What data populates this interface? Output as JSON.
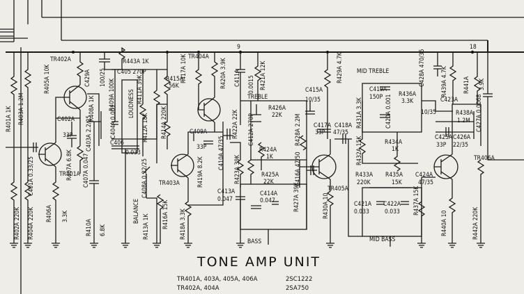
{
  "title": "TONE AMP UNIT",
  "transistor_notes": [
    {
      "parts": "TR401A, 403A, 405A, 406A",
      "type": "2SC1222"
    },
    {
      "parts": "TR402A, 404A",
      "type": "2SA750"
    }
  ],
  "nodes": {
    "n9": "9",
    "n18": "18"
  },
  "transistors": {
    "tr401": "TR401A",
    "tr402": "TR402A",
    "tr403": "TR403A",
    "tr404": "TR404A",
    "tr405": "TR405A",
    "tr406": "TR406A"
  },
  "controls": {
    "treble": "TREBLE",
    "bass": "BASS",
    "balance": "BALANCE",
    "loudness": "LOUDNESS",
    "mid_treble": "MID TREBLE",
    "mid_bass": "MID BASS"
  },
  "parts": {
    "r401a": "R401A",
    "r401a_v": "1K",
    "r403a": "R403A",
    "r403a_v": "1.2M",
    "c401a": "C401A",
    "c401a_v": "0.33/25",
    "r402a": "R402A",
    "r402a_v": "220K",
    "r404a": "R404A",
    "r404a_v": "220K",
    "r405a": "R405A",
    "r405a_v": "10K",
    "r406a": "R406A",
    "r406a_v": "3.3K",
    "r407a": "R407A",
    "r407a_v": "6.8K",
    "c402a": "C402A",
    "c402a_v": "33P",
    "c403a": "C403A",
    "c403a_v": "2.2/25",
    "c407a": "C407A",
    "c407a_v": "0.047",
    "r408a": "R408A",
    "r408a_v": "1K",
    "r409a": "R409A",
    "r409a_v": "100K",
    "r410a": "R410A",
    "r410a_v": "6.8K",
    "r411a": "R411A",
    "r411a_v": "39K",
    "r412a": "R412A",
    "r412a_v": "18K",
    "c429a": "C429A",
    "c429a_v": "100/25",
    "r443a": "R443A",
    "r443a_v": "1K",
    "c405": "C405",
    "c405_v": "270P",
    "c404a": "C404A",
    "c404a_v": "0.001",
    "c406": "C406",
    "c406_v": "0.033",
    "r415a": "R415A",
    "r415a_v": "56K",
    "r417a": "R417A",
    "r417a_v": "10K",
    "r414a": "R414A",
    "r414a_v": "220K",
    "c408a": "C408A",
    "c408a_v": "0.22/25",
    "r413a": "R413A",
    "r413a_v": "1K",
    "r416a": "R416A",
    "r416a_v": "15K",
    "r418a": "R418A",
    "r418a_v": "3.3K",
    "r419a": "R419A",
    "r419a_v": "8.2K",
    "c409a": "C409A",
    "c409a_v": "33P",
    "r420a": "R420A",
    "r420a_v": "3.9K",
    "c411a": "C411A",
    "c411a_v": "0.0015",
    "r421a": "R421A",
    "r421a_v": "12K",
    "r422a": "R422A",
    "r422a_v": "22K",
    "c410a": "C410A",
    "c410a_v": "47/35",
    "r423a": "R423A",
    "r423a_v": "39K",
    "c413a": "C413A",
    "c413a_v": "0.047",
    "c412a": "C412A",
    "c412a_v": "270P",
    "r426a": "R426A",
    "r426a_v": "22K",
    "r424a": "R424A",
    "r424a_v": "1K",
    "r425a": "R425A",
    "r425a_v": "22K",
    "c414a": "C414A",
    "c414a_v": "0.047",
    "c415a": "C415A",
    "c415a_v": "10/35",
    "r428a": "R428A",
    "r428a_v": "2.2M",
    "c417a": "C417A",
    "c417a_v": "33P",
    "c418a": "C418A",
    "c418a_v": "47/35",
    "r429a": "R429A",
    "r429a_v": "4.7K",
    "c416a": "C416A",
    "c416a_v": "47/50",
    "r427a": "R427A",
    "r427a_v": "39K",
    "r430a": "R430A",
    "r430a_v": "10",
    "c419a": "C419A",
    "c419a_v": "150P",
    "c420a": "C420A",
    "c420a_v": "0.001",
    "r431a": "R431A",
    "r431a_v": "3.3K",
    "r432a": "R432A",
    "r432a_v": "15K",
    "r436a": "R436A",
    "r436a_v": "3.3K",
    "r434a": "R434A",
    "r434a_v": "1K",
    "r433a": "R433A",
    "r433a_v": "220K",
    "r435a": "R435A",
    "r435a_v": "15K",
    "c421a": "C421A",
    "c421a_v": "0.033",
    "c422a": "C422A",
    "c422a_v": "0.033",
    "r437a": "R437A",
    "r437a_v": "15K",
    "c428a": "C428A",
    "c428a_v": "470/35",
    "r439a": "R439A",
    "r439a_v": "4.7K",
    "r441a": "R441A",
    "r441a_v": "3.9K",
    "c423a": "C423A",
    "c423a_v": "10/35",
    "r438a": "R438A",
    "r438a_v": "1.2M",
    "c425a": "C425A",
    "c425a_v": "33P",
    "c426a": "C426A",
    "c426a_v": "22/35",
    "c427a": "C427A",
    "c427a_v": "0.0068",
    "c424a": "C424A",
    "c424a_v": "47/35",
    "r440a": "R440A",
    "r440a_v": "10",
    "r442a": "R442A",
    "r442a_v": "220K"
  }
}
